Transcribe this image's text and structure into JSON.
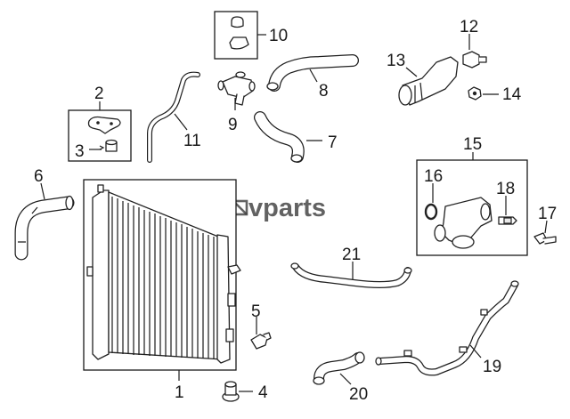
{
  "watermark": "vparts",
  "callouts": {
    "c1": "1",
    "c2": "2",
    "c3": "3",
    "c4": "4",
    "c5": "5",
    "c6": "6",
    "c7": "7",
    "c8": "8",
    "c9": "9",
    "c10": "10",
    "c11": "11",
    "c12": "12",
    "c13": "13",
    "c14": "14",
    "c15": "15",
    "c16": "16",
    "c17": "17",
    "c18": "18",
    "c19": "19",
    "c20": "20",
    "c21": "21"
  }
}
